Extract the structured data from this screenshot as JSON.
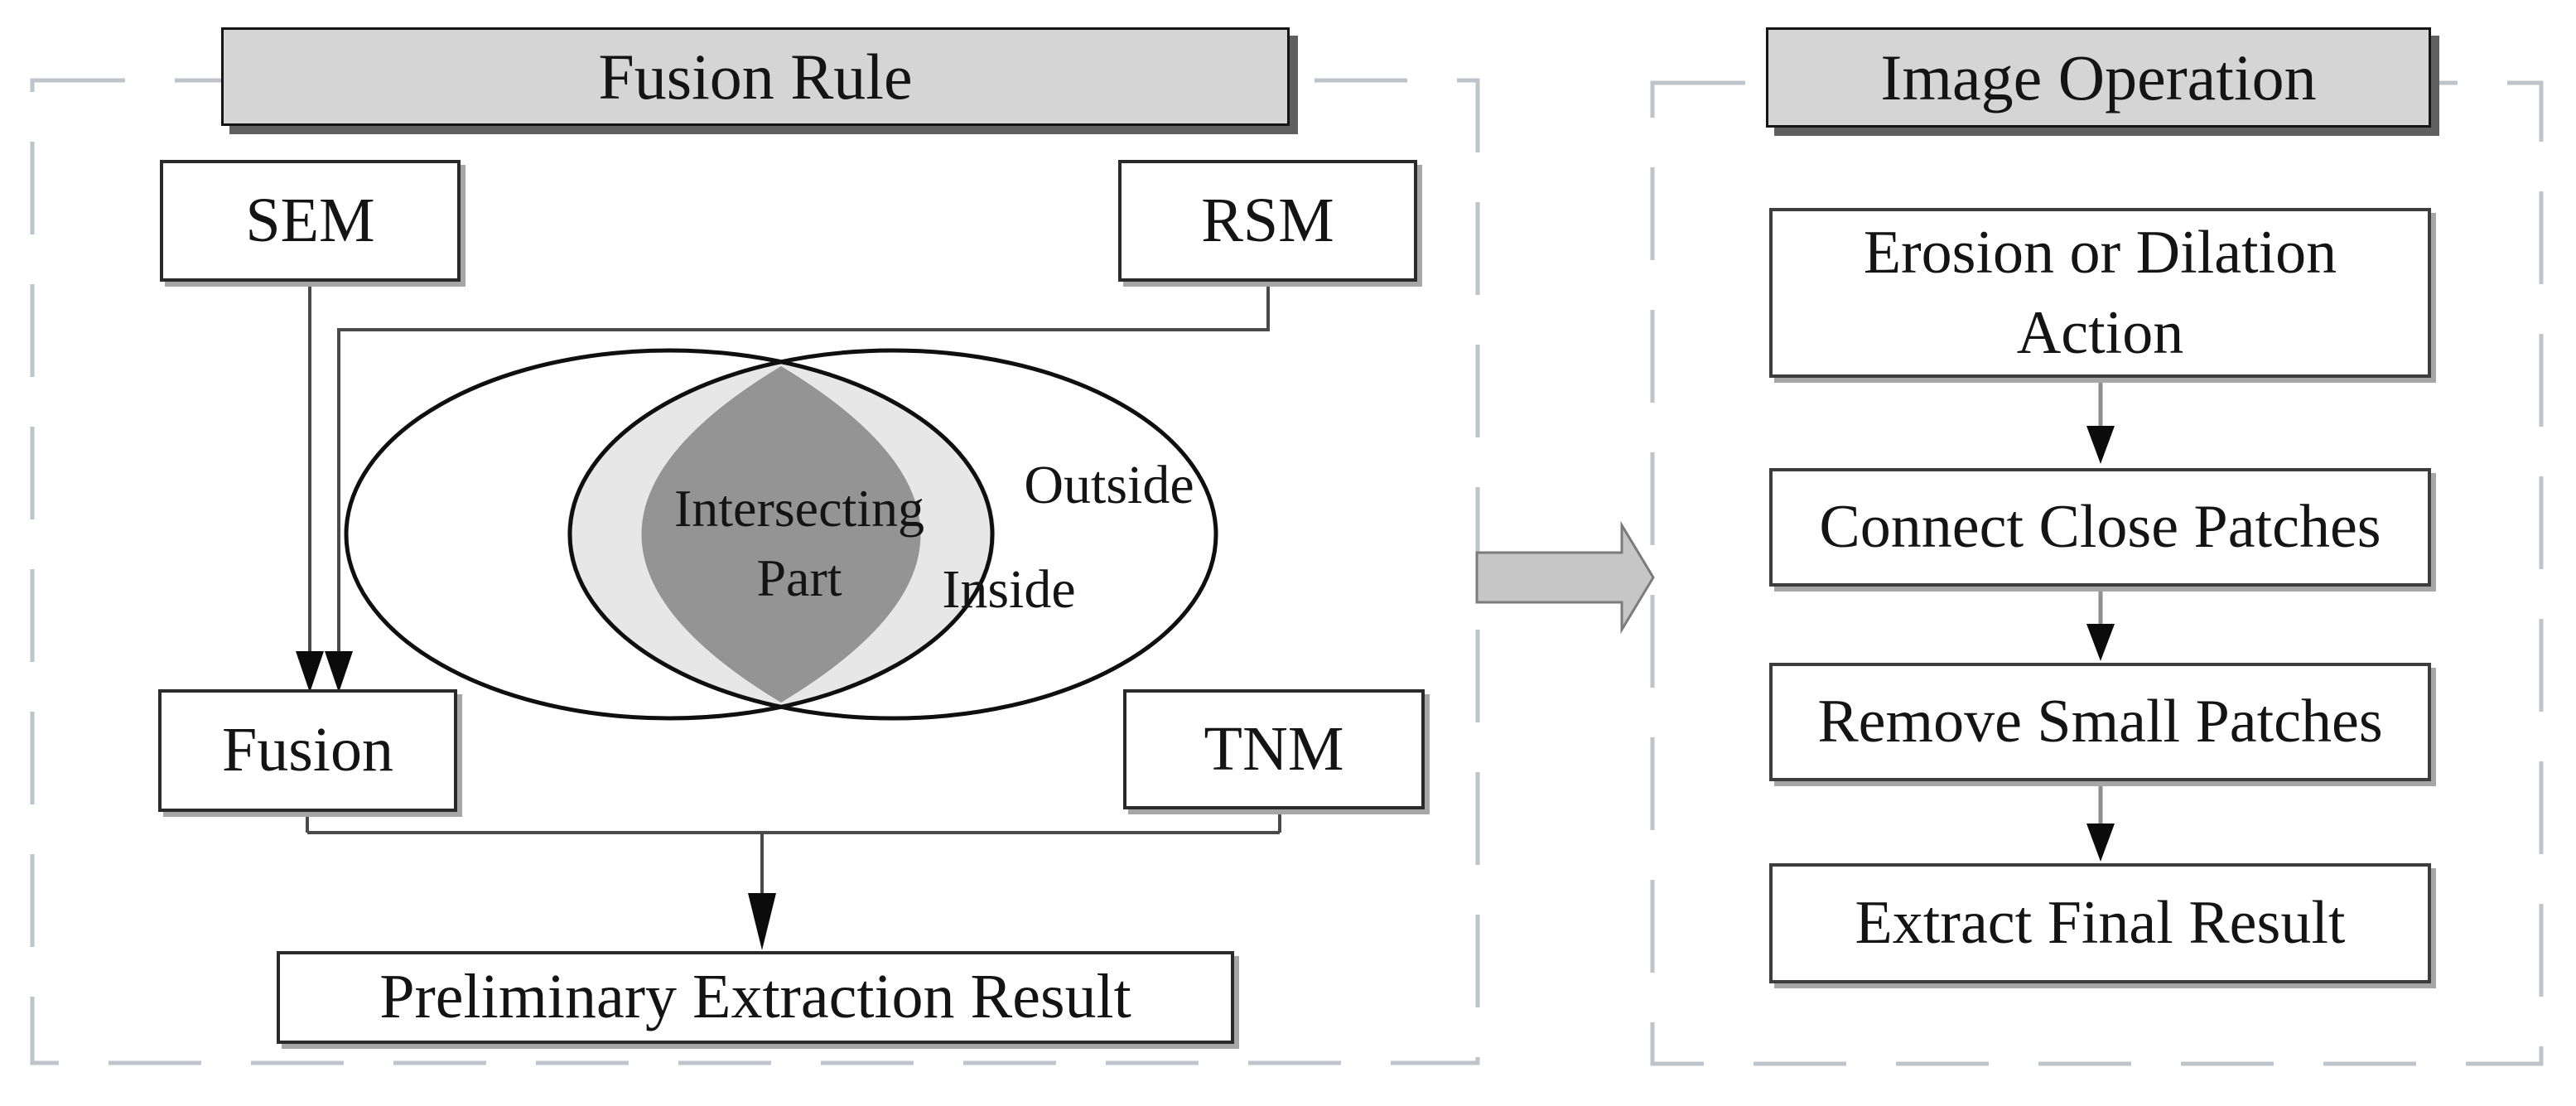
{
  "colors": {
    "header_fill": "#d5d5d5",
    "box_fill": "#ffffff",
    "intersection_fill": "#949494",
    "inside_band_fill": "#e7e7e7",
    "ellipse_stroke": "#0f0f0f",
    "dashed_border": "#bdc4cb",
    "connector": "#4a4a4a",
    "step_arrow_shaft": "#8f8f8f",
    "arrowhead": "#0b0b0b",
    "big_arrow_fill": "#c6c6c6",
    "big_arrow_stroke": "#7b7b7b"
  },
  "left_panel": {
    "title": "Fusion Rule",
    "boxes": {
      "sem": "SEM",
      "rsm": "RSM",
      "fusion": "Fusion",
      "tnm": "TNM",
      "result": "Preliminary Extraction Result"
    },
    "venn": {
      "intersecting_label": "Intersecting Part",
      "inside_label": "Inside",
      "outside_label": "Outside"
    }
  },
  "right_panel": {
    "title": "Image Operation",
    "steps": [
      "Erosion or Dilation Action",
      "Connect Close Patches",
      "Remove Small Patches",
      "Extract Final Result"
    ]
  }
}
